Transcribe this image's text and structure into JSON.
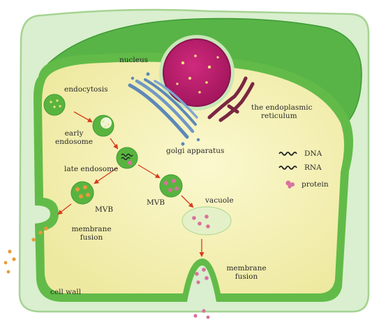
{
  "labels": {
    "nucleus": "nucleus",
    "endocytosis": "endocytosis",
    "early_endosome_1": "early",
    "early_endosome_2": "endosome",
    "golgi": "golgi apparatus",
    "er_1": "the endoplasmic",
    "er_2": "reticulum",
    "late_endosome": "late endosome",
    "mvb_left": "MVB",
    "mvb_right": "MVB",
    "vacuole": "vacuole",
    "membrane_fusion_left_1": "membrane",
    "membrane_fusion_left_2": "fusion",
    "membrane_fusion_bottom_1": "membrane",
    "membrane_fusion_bottom_2": "fusion",
    "cell_wall": "cell wall"
  },
  "legend": [
    {
      "label": "DNA",
      "icon": "dna-wave-icon"
    },
    {
      "label": "RNA",
      "icon": "rna-wave-icon"
    },
    {
      "label": "protein",
      "icon": "protein-blob-icon"
    }
  ],
  "colors": {
    "cell_wall": "#d9efcf",
    "membrane": "#62bb48",
    "cytoplasm": "#f4f0b2",
    "top_dome": "#59b447",
    "nucleus": "#c01c6e",
    "nucleolus_dots": "#f3e27e",
    "golgi": "#5d88b8",
    "er": "#7a2741",
    "endosome": "#58b43f",
    "vesicle_fill": "#eef6d8",
    "arrow": "#d83a1c",
    "exosome_orange": "#e79b3a",
    "exosome_pink": "#d9709e",
    "text": "#2b2b2b"
  }
}
